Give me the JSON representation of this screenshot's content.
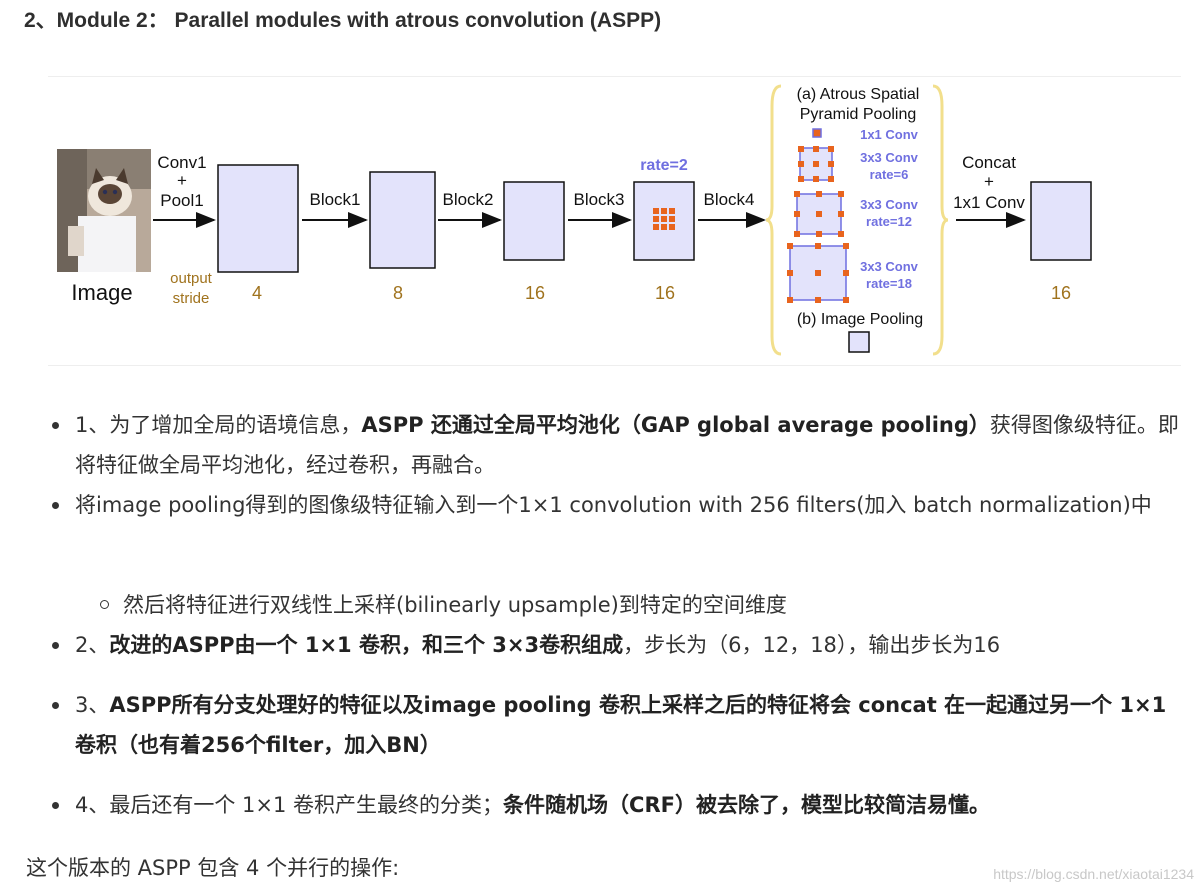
{
  "heading": "2、Module 2： Parallel modules with atrous convolution (ASPP)",
  "figure": {
    "image_label": "Image",
    "conv1": [
      "Conv1",
      "+",
      "Pool1"
    ],
    "output_stride": [
      "output",
      "stride"
    ],
    "blocks": [
      "Block1",
      "Block2",
      "Block3",
      "Block4"
    ],
    "strides": [
      "4",
      "8",
      "16",
      "16",
      "16"
    ],
    "rate": "rate=2",
    "aspp_title": [
      "(a) Atrous Spatial",
      "Pyramid Pooling"
    ],
    "conv_labels": [
      [
        "1x1 Conv"
      ],
      [
        "3x3 Conv",
        "rate=6"
      ],
      [
        "3x3 Conv",
        "rate=12"
      ],
      [
        "3x3 Conv",
        "rate=18"
      ]
    ],
    "image_pooling": "(b) Image Pooling",
    "concat": [
      "Concat",
      "+",
      "1x1 Conv"
    ],
    "colors": {
      "box_fill": "#e3e3fb",
      "box_stroke": "#111111",
      "label_orange": "#a0731e",
      "conv_blue": "#7070e0",
      "kernel": "#e8641e",
      "brace": "#f2df8c"
    }
  },
  "bullets": [
    {
      "parts": [
        {
          "t": "1、为了增加全局的语境信息，",
          "b": false
        },
        {
          "t": "ASPP 还通过全局平均池化（GAP global average pooling）",
          "b": true
        },
        {
          "t": "获得图像级特征。即将特征做全局平均池化，经过卷积，再融合。",
          "b": false
        }
      ]
    },
    {
      "parts": [
        {
          "t": "将image pooling得到的图像级特征输入到一个1×1 convolution with 256 filters(加入 batch normalization)中",
          "b": false
        }
      ]
    }
  ],
  "sub_item": "然后将特征进行双线性上采样(bilinearly upsample)到特定的空间维度",
  "bullets2": [
    {
      "parts": [
        {
          "t": "2、",
          "b": false
        },
        {
          "t": "改进的ASPP由一个 1×1 卷积，和三个 3×3卷积组成",
          "b": true
        },
        {
          "t": "，步长为（6，12，18），输出步长为16",
          "b": false
        }
      ]
    },
    {
      "parts": [
        {
          "t": "3、",
          "b": false
        },
        {
          "t": "ASPP所有分支处理好的特征以及image pooling 卷积上采样之后的特征将会 concat 在一起通过另一个 1×1 卷积（也有着256个filter，加入BN）",
          "b": true
        }
      ]
    },
    {
      "parts": [
        {
          "t": "4、最后还有一个 1×1 卷积产生最终的分类；",
          "b": false
        },
        {
          "t": "条件随机场（CRF）被去除了，模型比较简洁易懂。",
          "b": true
        }
      ]
    }
  ],
  "last_line": "这个版本的 ASPP 包含 4 个并行的操作:",
  "watermark": "https://blog.csdn.net/xiaotai1234"
}
